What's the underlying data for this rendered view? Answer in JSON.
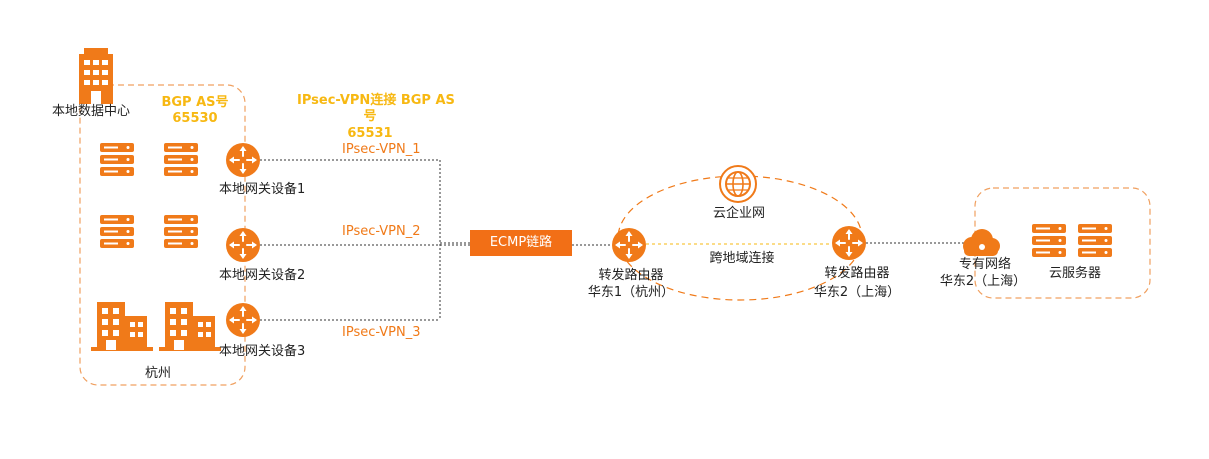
{
  "dc": {
    "title": "本地数据中心",
    "bgp_as_label": "BGP AS号",
    "bgp_as_value": "65530",
    "region_label": "杭州"
  },
  "ipsec_bgp": {
    "line1": "IPsec-VPN连接 BGP AS",
    "line2": "号",
    "line3": "65531"
  },
  "gateways": [
    {
      "label": "本地网关设备1",
      "tunnel": "IPsec-VPN_1"
    },
    {
      "label": "本地网关设备2",
      "tunnel": "IPsec-VPN_2"
    },
    {
      "label": "本地网关设备3",
      "tunnel": "IPsec-VPN_3"
    }
  ],
  "ecmp_label": "ECMP链路",
  "cen_label": "云企业网",
  "cross_region_label": "跨地域连接",
  "router1": {
    "title": "转发路由器",
    "region": "华东1（杭州）"
  },
  "router2": {
    "title": "转发路由器",
    "region": "华东2（上海）"
  },
  "vpc": {
    "title": "专有网络",
    "region": "华东2（上海）"
  },
  "cloud_server_label": "云服务器",
  "colors": {
    "accent": "#f07a19",
    "bgp": "#f7b812",
    "ecmp": "#f26f16",
    "line": "#333333"
  }
}
